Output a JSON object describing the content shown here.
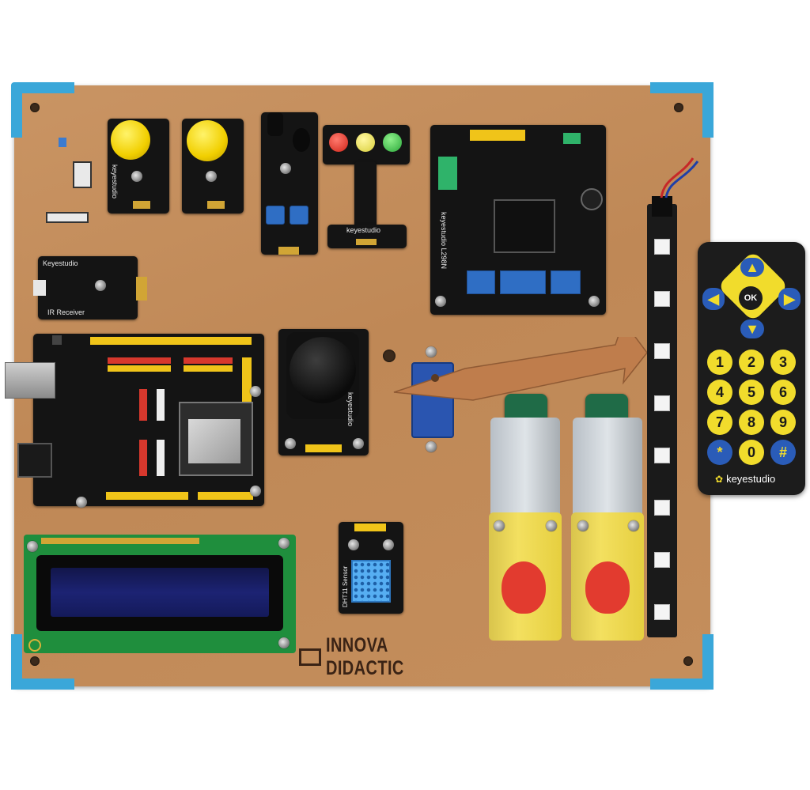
{
  "board": {
    "logo": "INNOVA DIDACTIC"
  },
  "modules": {
    "ir_receiver_label": "Keyestudio",
    "ir_receiver_sub": "IR Receiver",
    "button_label": "keyestudio",
    "traffic_label": "keyestudio",
    "dht_label": "DHT11 Sensor",
    "joystick_label": "keyestudio",
    "motor_driver_label": "keyestudio L298N"
  },
  "remote": {
    "brand": "keyestudio",
    "ok": "OK",
    "keys": [
      "1",
      "2",
      "3",
      "4",
      "5",
      "6",
      "7",
      "8",
      "9",
      "*",
      "0",
      "#"
    ]
  },
  "colors": {
    "board": "#c48e5c",
    "corner": "#3aa7d9",
    "pcb": "#141414",
    "button": "#f1cf00",
    "lcd_pcb": "#1f8e3d",
    "lcd_screen": "#1c2373"
  }
}
